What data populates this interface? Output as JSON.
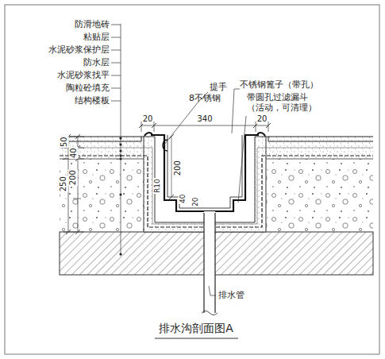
{
  "diagram": {
    "title": "排水沟剖面图A",
    "labels": [
      "防滑地砖",
      "粘贴层",
      "水泥砂浆保护层",
      "防水层",
      "水泥砂浆找平",
      "陶粒砼填充",
      "结构楼板",
      "20",
      "340",
      "20",
      "提手",
      "8不锈钢",
      "不锈钢篦子（带孔）",
      "带圆孔过滤漏斗（活动，可清理）",
      "50",
      "40",
      "250",
      "200",
      "200",
      "R10",
      "40",
      "20",
      "排水管"
    ]
  }
}
